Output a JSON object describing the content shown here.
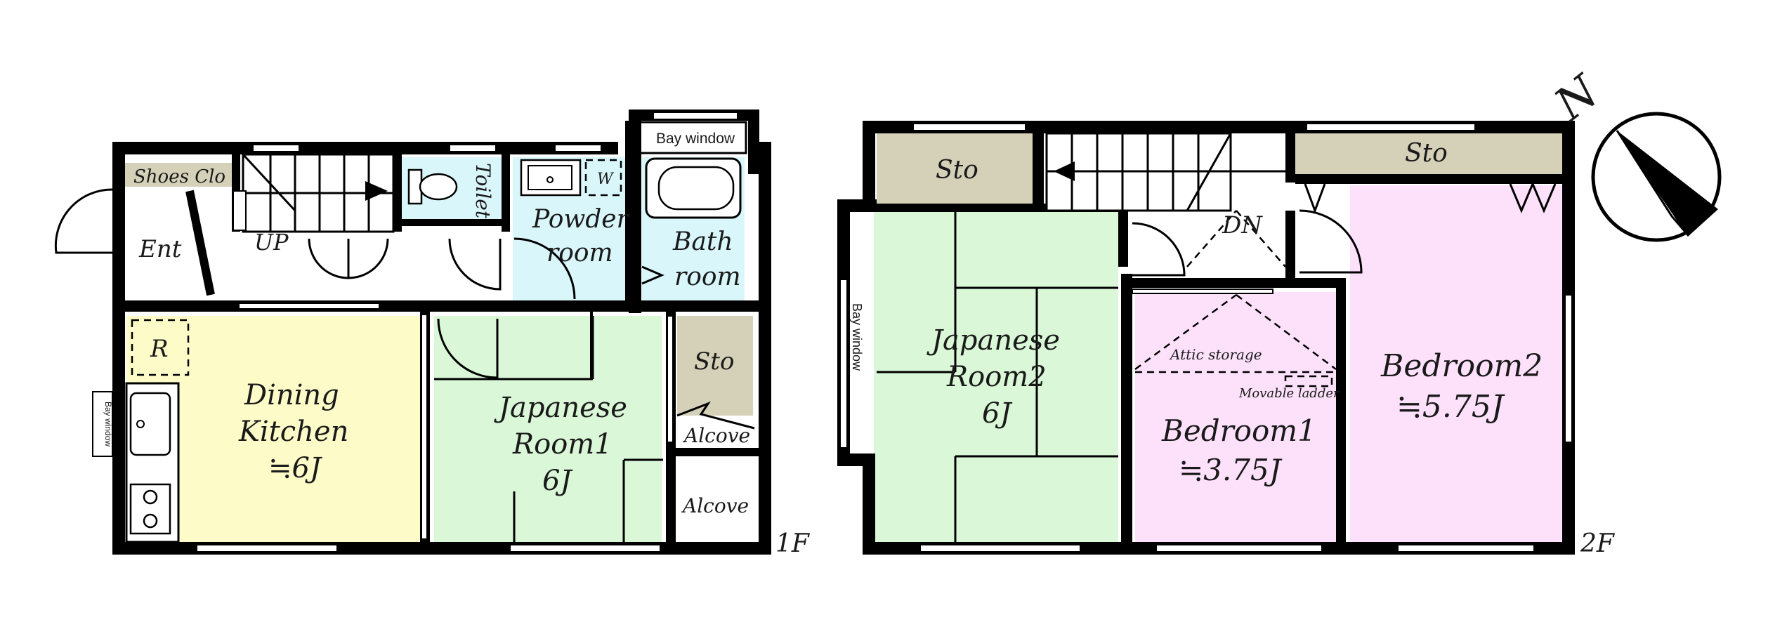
{
  "floor1": {
    "label": "1F",
    "rooms": {
      "shoes_clo": "Shoes Clo",
      "ent": "Ent",
      "up": "UP",
      "toilet": "Toilet",
      "powder_1": "Powder",
      "powder_2": "room",
      "w": "W",
      "bay_window": "Bay window",
      "bath_1": "Bath",
      "bath_2": "room",
      "r": "R",
      "dk_1": "Dining",
      "dk_2": "Kitchen",
      "dk_3": "≒6J",
      "bay_window_small": "Bay window",
      "jr1_1": "Japanese",
      "jr1_2": "Room1",
      "jr1_3": "6J",
      "sto": "Sto",
      "alcove_1": "Alcove",
      "alcove_2": "Alcove"
    }
  },
  "floor2": {
    "label": "2F",
    "rooms": {
      "sto_left": "Sto",
      "sto_right": "Sto",
      "dn": "DN",
      "bay_window": "Bay window",
      "jr2_1": "Japanese",
      "jr2_2": "Room2",
      "jr2_3": "6J",
      "attic": "Attic storage",
      "ladder": "Movable ladder",
      "bed1_1": "Bedroom1",
      "bed1_2": "≒3.75J",
      "bed2_1": "Bedroom2",
      "bed2_2": "≒5.75J"
    }
  },
  "compass": {
    "label": "N",
    "icon": "north-arrow-icon"
  },
  "colors": {
    "wall": "#000000",
    "storage": "#d4d1b8",
    "wet_area": "#d9f7fb",
    "kitchen": "#fdfcc8",
    "japanese": "#daf8d8",
    "bedroom": "#fde1fb"
  }
}
